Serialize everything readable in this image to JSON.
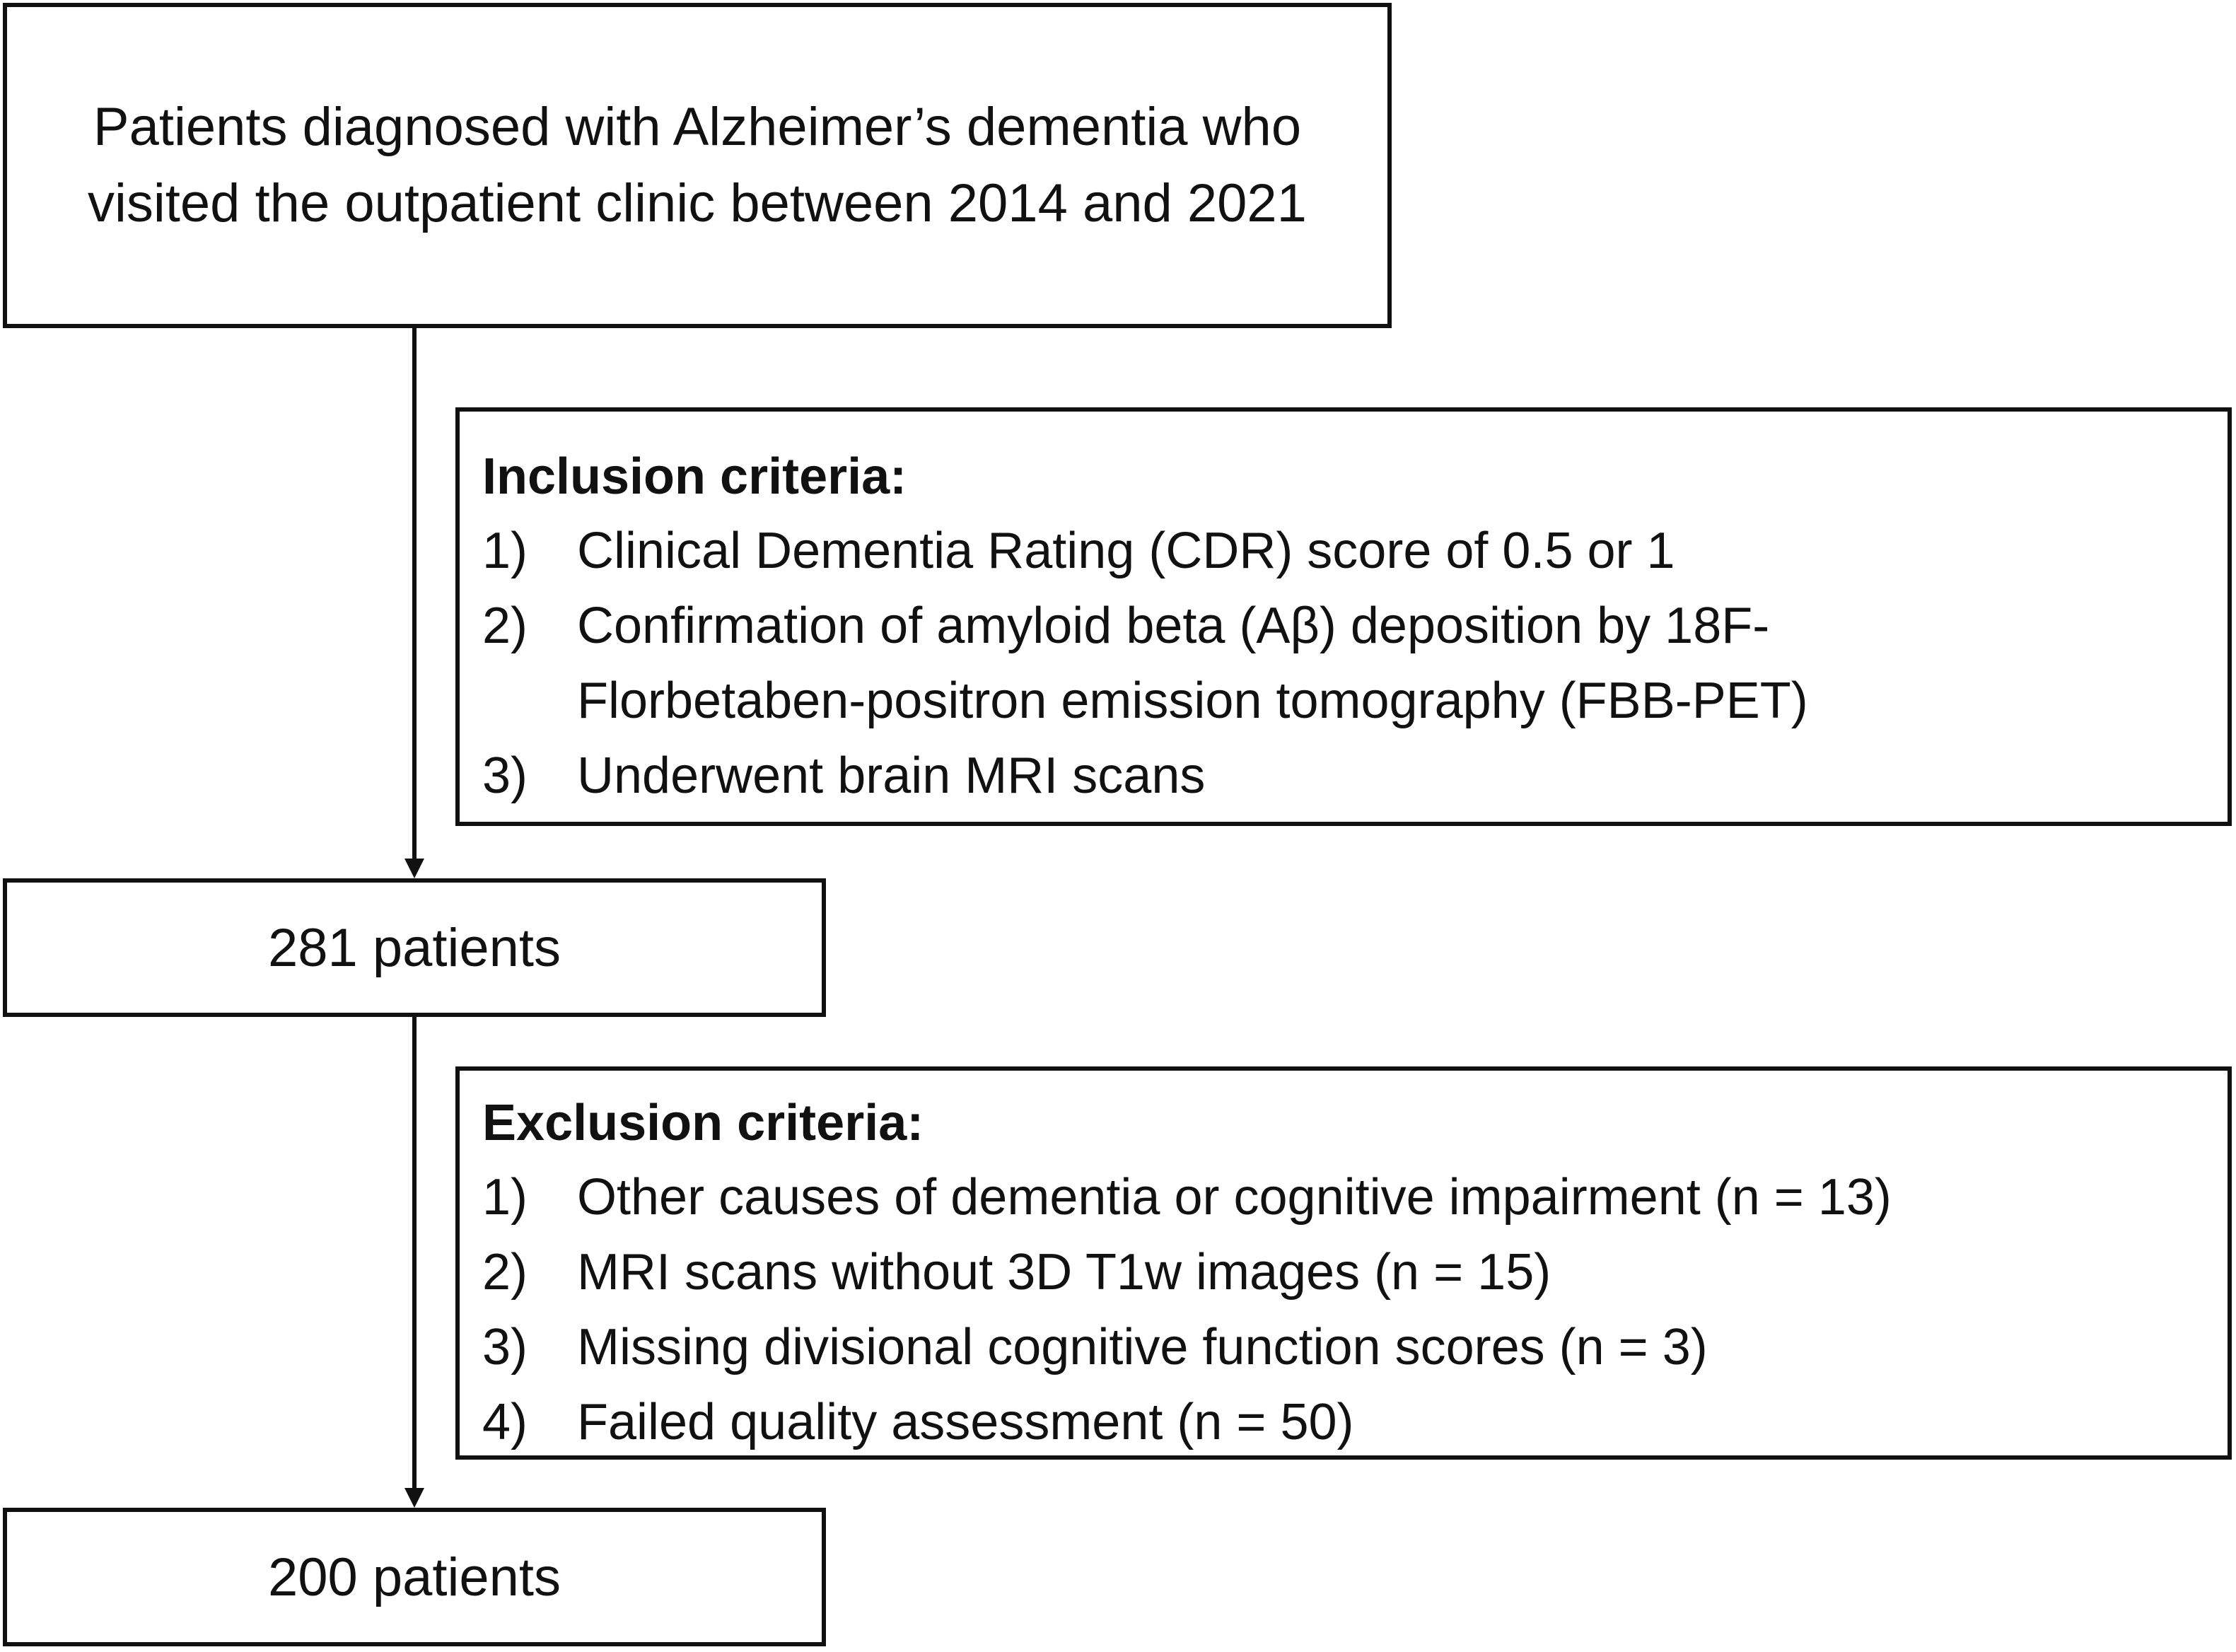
{
  "start_box": {
    "lines": [
      "Patients diagnosed with Alzheimer’s dementia who",
      "visited the outpatient clinic between 2014 and 2021"
    ]
  },
  "inclusion": {
    "title": "Inclusion criteria:",
    "items": [
      {
        "num": "1)",
        "lines": [
          "Clinical Dementia Rating (CDR) score of 0.5 or 1"
        ]
      },
      {
        "num": "2)",
        "lines": [
          "Confirmation of amyloid beta (Aβ) deposition by 18F-",
          "Florbetaben-positron emission tomography (FBB-PET)"
        ]
      },
      {
        "num": "3)",
        "lines": [
          "Underwent brain MRI scans"
        ]
      }
    ]
  },
  "after_inclusion": {
    "label": "281 patients"
  },
  "exclusion": {
    "title": "Exclusion criteria:",
    "items": [
      {
        "num": "1)",
        "lines": [
          "Other causes of dementia or cognitive impairment (n = 13)"
        ]
      },
      {
        "num": "2)",
        "lines": [
          "MRI scans without 3D T1w images (n = 15)"
        ]
      },
      {
        "num": "3)",
        "lines": [
          "Missing divisional cognitive function scores (n = 3)"
        ]
      },
      {
        "num": "4)",
        "lines": [
          "Failed quality assessment (n = 50)"
        ]
      }
    ]
  },
  "final": {
    "label": "200 patients"
  },
  "colors": {
    "stroke": "#111111",
    "background": "#ffffff"
  }
}
